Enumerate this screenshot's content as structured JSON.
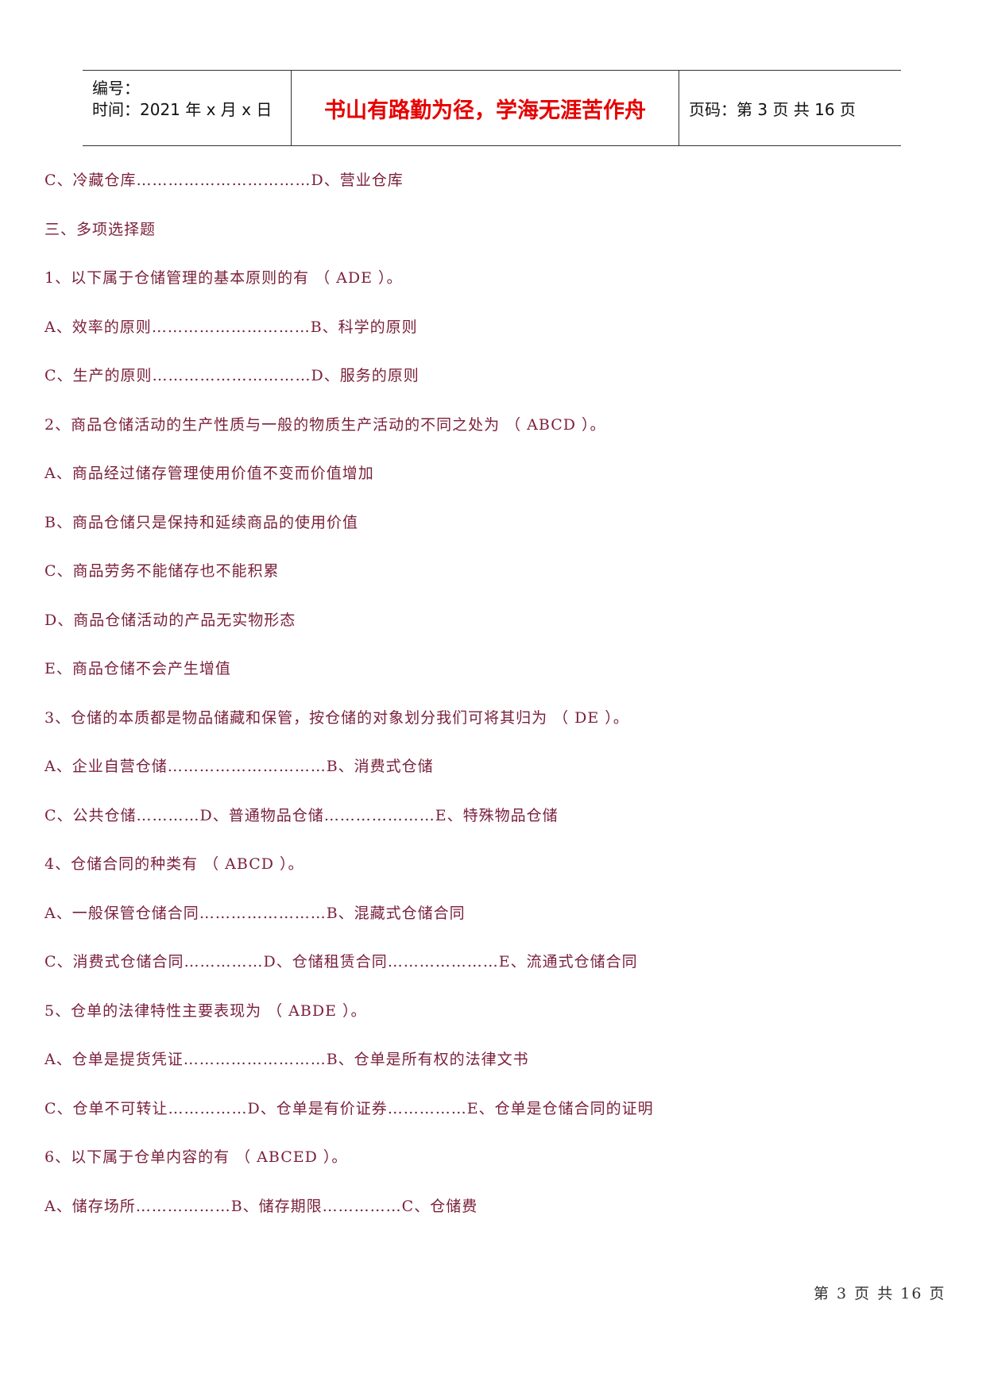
{
  "header": {
    "number_label": "编号：",
    "time_label": "时间：2021 年 x 月 x 日",
    "slogan": "书山有路勤为径，学海无涯苦作舟",
    "page_info": "页码：第 3 页  共 16 页"
  },
  "lines": [
    "C、冷藏仓库……………………………D、营业仓库",
    "三、多项选择题",
    "1、以下属于仓储管理的基本原则的有 （ ADE ）。",
    "A、效率的原则…………………………B、科学的原则",
    "C、生产的原则…………………………D、服务的原则",
    "2、商品仓储活动的生产性质与一般的物质生产活动的不同之处为 （ ABCD ）。",
    "A、商品经过储存管理使用价值不变而价值增加",
    "B、商品仓储只是保持和延续商品的使用价值",
    "C、商品劳务不能储存也不能积累",
    "D、商品仓储活动的产品无实物形态",
    "E、商品仓储不会产生增值",
    "3、仓储的本质都是物品储藏和保管，按仓储的对象划分我们可将其归为 （ DE ）。",
    "A、企业自营仓储…………………………B、消费式仓储",
    "C、公共仓储…………D、普通物品仓储…………………E、特殊物品仓储",
    "4、仓储合同的种类有 （ ABCD ）。",
    "A、一般保管仓储合同……………………B、混藏式仓储合同",
    "C、消费式仓储合同……………D、仓储租赁合同…………………E、流通式仓储合同",
    "5、仓单的法律特性主要表现为 （ ABDE ）。",
    "A、仓单是提货凭证………………………B、仓单是所有权的法律文书",
    "C、仓单不可转让……………D、仓单是有价证券……………E、仓单是仓储合同的证明",
    "6、以下属于仓单内容的有 （ ABCED ）。",
    "A、储存场所………………B、储存期限……………C、仓储费"
  ],
  "footer": {
    "page_text": "第 3 页 共 16 页"
  }
}
